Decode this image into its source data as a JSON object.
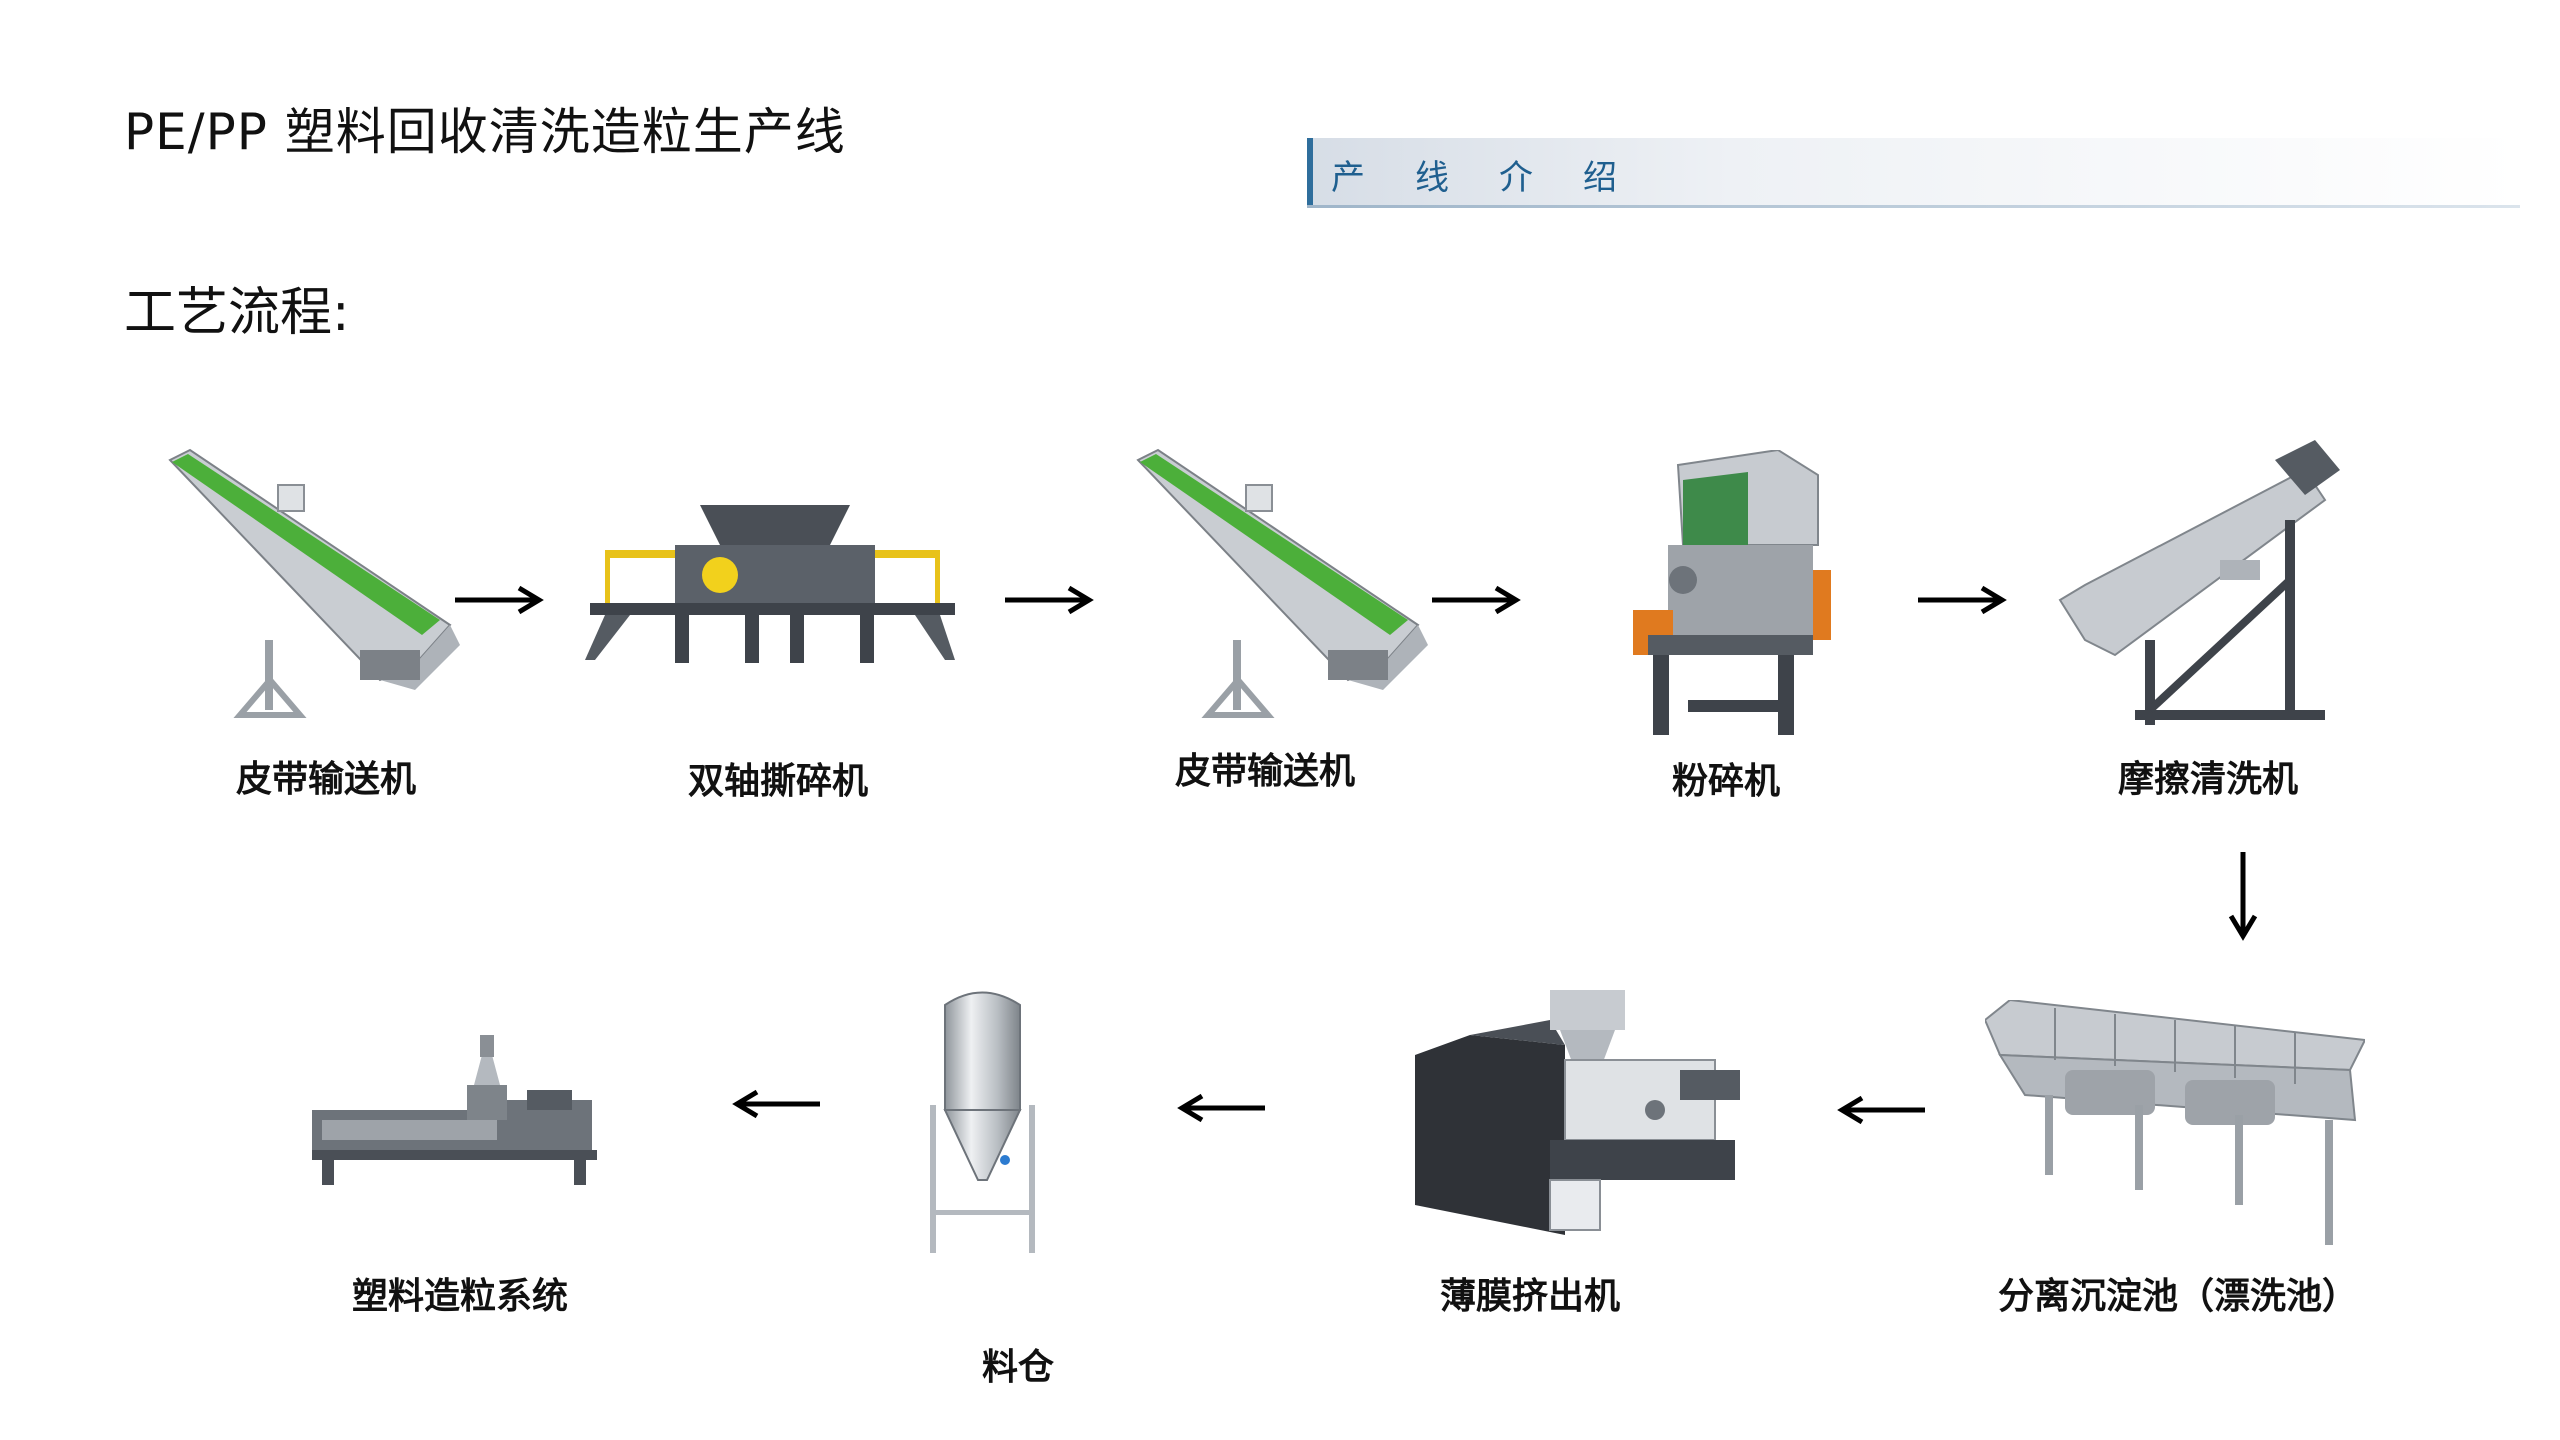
{
  "header": {
    "title": "PE/PP 塑料回收清洗造粒生产线",
    "intro": "产线介绍"
  },
  "process_label": "工艺流程:",
  "steps": [
    {
      "label": "皮带输送机",
      "icon": "belt-conveyor-icon"
    },
    {
      "label": "双轴撕碎机",
      "icon": "twin-shaft-shredder-icon"
    },
    {
      "label": "皮带输送机",
      "icon": "belt-conveyor-icon"
    },
    {
      "label": "粉碎机",
      "icon": "crusher-icon"
    },
    {
      "label": "摩擦清洗机",
      "icon": "friction-washer-icon"
    },
    {
      "label": "分离沉淀池（漂洗池）",
      "icon": "sink-float-tank-icon"
    },
    {
      "label": "薄膜挤出机",
      "icon": "film-squeezer-icon"
    },
    {
      "label": "料仓",
      "icon": "silo-icon"
    },
    {
      "label": "塑料造粒系统",
      "icon": "pelletizing-system-icon"
    }
  ],
  "colors": {
    "accent_blue": "#1f5f8f",
    "conveyor_green": "#4caf3a",
    "frame_yellow": "#e8c21a",
    "crusher_green": "#3e8a4a",
    "orange": "#e07a1f"
  }
}
